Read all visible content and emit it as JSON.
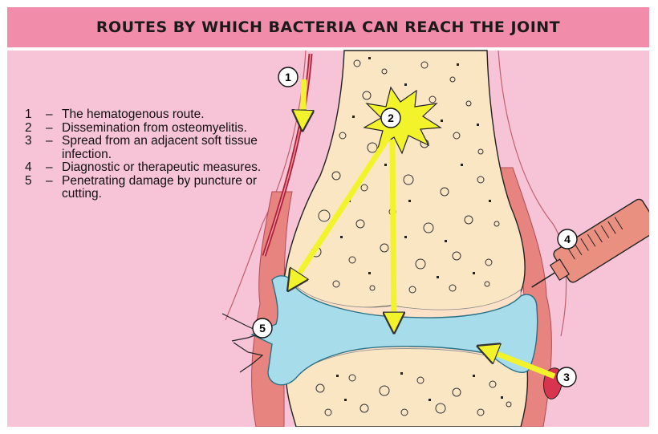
{
  "title": "ROUTES BY WHICH BACTERIA CAN REACH THE JOINT",
  "legend": [
    {
      "number": "1",
      "text": "The hematogenous route."
    },
    {
      "number": "2",
      "text": "Dissemination from osteomyelitis."
    },
    {
      "number": "3",
      "text": "Spread from an adjacent soft tissue infection."
    },
    {
      "number": "4",
      "text": "Diagnostic or therapeutic measures."
    },
    {
      "number": "5",
      "text": "Penetrating damage by puncture or cutting."
    }
  ],
  "markers": [
    "1",
    "2",
    "3",
    "4",
    "5"
  ],
  "colors": {
    "background": "#f7c3d6",
    "title_bar": "#f28cab",
    "bone": "#fbe6c4",
    "cartilage": "#fce1c8",
    "synovial_space": "#a7dcea",
    "capsule": "#e8847f",
    "arrow": "#f3f32b",
    "vessel": "#b01f3a"
  }
}
